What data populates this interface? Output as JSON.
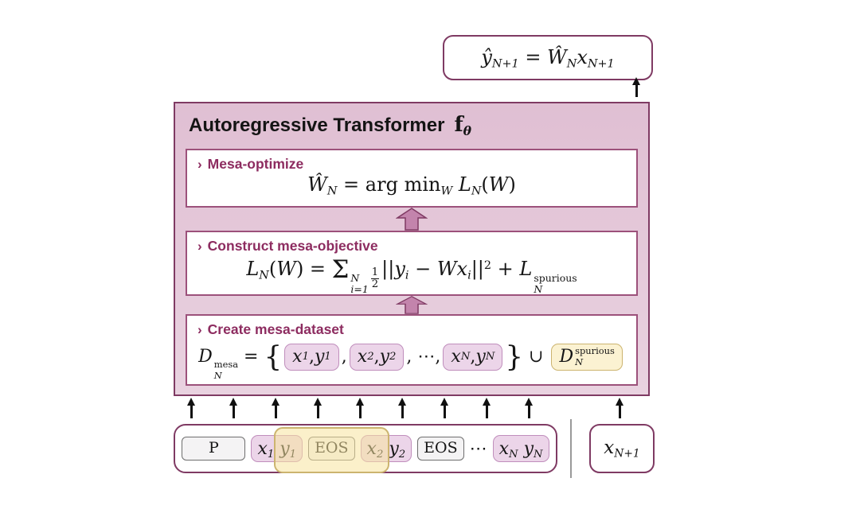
{
  "colors": {
    "border": "#7f3a63",
    "inner_border": "#9c517b",
    "outer_bg_top": "#e0bfd3",
    "outer_bg_bottom": "#e9d2e0",
    "header_text": "#8d2c60",
    "arrow_fill": "#c384ac",
    "purple_token_bg": "#ecd5e9",
    "purple_token_border": "#c08ebc",
    "yellow_bg": "#fbf2d2",
    "yellow_border": "#ccb46f",
    "yellow_overlay": "rgba(248,227,158,0.55)",
    "gray_token_bg": "#f4f3f4",
    "gray_token_border": "#6e6e6e"
  },
  "output_box": {
    "formula": [
      {
        "t": "ŷ"
      },
      {
        "sub": "N+1"
      },
      {
        "rm": " = "
      },
      {
        "t": "Ŵ"
      },
      {
        "sub": "N"
      },
      {
        "t": "x"
      },
      {
        "sub": "N+1"
      }
    ]
  },
  "transformer": {
    "title": "Autoregressive Transformer",
    "title_math": [
      {
        "bf": "f"
      },
      {
        "sub": "θ"
      }
    ]
  },
  "stages": [
    {
      "chevron": "›",
      "label": "Mesa-optimize",
      "formula": [
        {
          "t": "Ŵ"
        },
        {
          "sub": "N"
        },
        {
          "rm": " = arg min"
        },
        {
          "sub": "W"
        },
        {
          "rm": " "
        },
        {
          "t": "L"
        },
        {
          "sub": "N"
        },
        {
          "rm": "("
        },
        {
          "t": "W"
        },
        {
          "rm": ")"
        }
      ]
    },
    {
      "chevron": "›",
      "label": "Construct mesa-objective",
      "formula": [
        {
          "t": "L"
        },
        {
          "sub": "N"
        },
        {
          "rm": "("
        },
        {
          "t": "W"
        },
        {
          "rm": ") = "
        },
        {
          "op": "Σ"
        },
        {
          "supsub": [
            "N",
            "i=1"
          ],
          "it": true
        },
        {
          "frac": [
            "1",
            "2"
          ]
        },
        {
          "rm": "||"
        },
        {
          "t": "y"
        },
        {
          "sub": "i"
        },
        {
          "rm": " − "
        },
        {
          "t": "Wx"
        },
        {
          "sub": "i"
        },
        {
          "rm": "||"
        },
        {
          "sup": "2"
        },
        {
          "rm": " + "
        },
        {
          "t": "L"
        },
        {
          "supsub": [
            "spurious",
            "N"
          ]
        }
      ]
    },
    {
      "chevron": "›",
      "label": "Create mesa-dataset",
      "formula": [
        {
          "t": "D"
        },
        {
          "supsub": [
            "mesa",
            "N"
          ]
        },
        {
          "rm": " = "
        },
        {
          "big": "{"
        },
        {
          "tok": {
            "kind": "purple",
            "segs": [
              {
                "t": "x"
              },
              {
                "sub": "1"
              },
              {
                "rm": ", "
              },
              {
                "t": "y"
              },
              {
                "sub": "1"
              }
            ]
          }
        },
        {
          "rm": ","
        },
        {
          "tok": {
            "kind": "purple",
            "segs": [
              {
                "t": "x"
              },
              {
                "sub": "2"
              },
              {
                "rm": ", "
              },
              {
                "t": "y"
              },
              {
                "sub": "2"
              }
            ]
          }
        },
        {
          "rm": ", ⋯,"
        },
        {
          "tok": {
            "kind": "purple",
            "segs": [
              {
                "t": "x"
              },
              {
                "sub": "N"
              },
              {
                "rm": ", "
              },
              {
                "t": "y"
              },
              {
                "sub": "N"
              }
            ]
          }
        },
        {
          "big": "}"
        },
        {
          "rm": " ∪ "
        },
        {
          "tok": {
            "kind": "yellow",
            "segs": [
              {
                "t": "D"
              },
              {
                "supsub": [
                  "spurious",
                  "N"
                ]
              }
            ]
          }
        }
      ]
    }
  ],
  "input_sequence": {
    "tokens": [
      {
        "kind": "gray",
        "wide": true,
        "name": "token-prompt-P",
        "segs": [
          {
            "rm": "P"
          }
        ]
      },
      {
        "kind": "purple",
        "name": "token-x1-y1",
        "segs": [
          {
            "t": "x"
          },
          {
            "sub": "1"
          },
          {
            "t": " y"
          },
          {
            "sub": "1"
          }
        ]
      },
      {
        "kind": "gray",
        "name": "token-eos-1",
        "segs": [
          {
            "rm": "EOS"
          }
        ]
      },
      {
        "kind": "purple",
        "name": "token-x2-y2",
        "segs": [
          {
            "t": "x"
          },
          {
            "sub": "2"
          },
          {
            "t": " y"
          },
          {
            "sub": "2"
          }
        ]
      },
      {
        "kind": "gray",
        "name": "token-eos-2",
        "segs": [
          {
            "rm": "EOS"
          }
        ]
      },
      {
        "kind": "plain",
        "name": "token-ellipsis",
        "segs": [
          {
            "rm": "⋯"
          }
        ]
      },
      {
        "kind": "purple",
        "name": "token-xN-yN",
        "segs": [
          {
            "t": "x"
          },
          {
            "sub": "N"
          },
          {
            "t": " y"
          },
          {
            "sub": "N"
          }
        ]
      }
    ]
  },
  "query_box": {
    "formula": [
      {
        "t": "x"
      },
      {
        "sub": "N+1"
      }
    ]
  }
}
